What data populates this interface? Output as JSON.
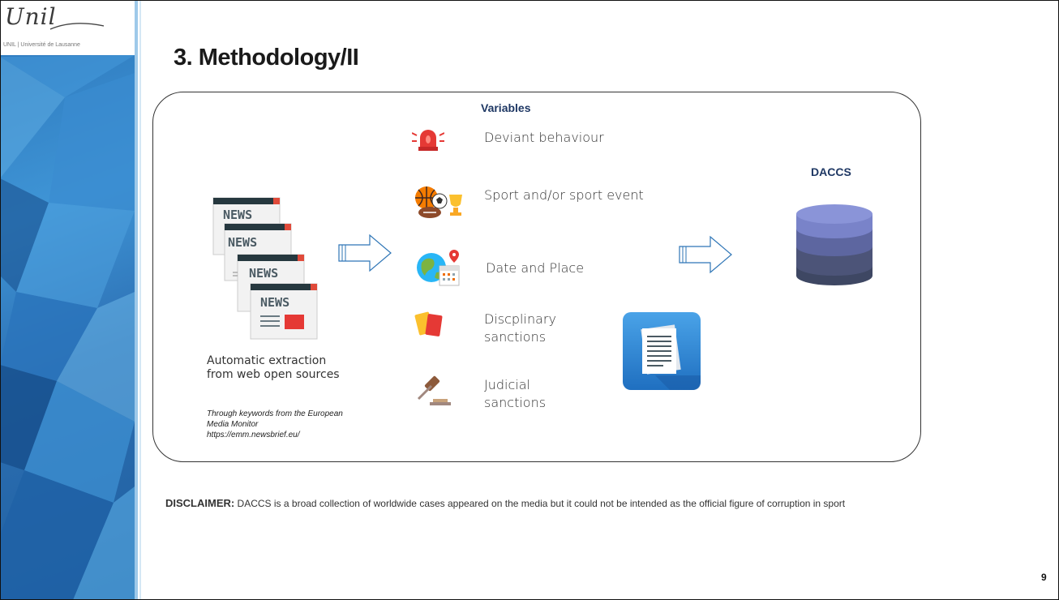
{
  "logo": {
    "script": "Unil",
    "subtitle": "UNIL | Université de Lausanne"
  },
  "slide": {
    "title": "3. Methodology/II",
    "variables_title": "Variables",
    "variables": [
      {
        "label": "Deviant behaviour",
        "icon": "siren-icon"
      },
      {
        "label": "Sport and/or sport event",
        "icon": "sports-balls-icon"
      },
      {
        "label": "Date and Place",
        "icon": "globe-calendar-icon"
      },
      {
        "label": "Discplinary sanctions",
        "icon": "penalty-cards-icon"
      },
      {
        "label": "Judicial sanctions",
        "icon": "gavel-icon"
      }
    ],
    "daccs_label": "DACCS",
    "news_word": "NEWS",
    "source_caption": "Automatic extraction from web open sources",
    "source_note": "Through keywords from the European Media Monitor https://emm.newsbrief.eu/",
    "disclaimer_label": "DISCLAIMER:",
    "disclaimer_text": " DACCS is a broad collection of worldwide cases appeared on the media but it could not be intended as the official figure of corruption in sport",
    "page_number": "9"
  },
  "colors": {
    "accent_blue": "#2a73b8",
    "heading_navy": "#1f3864",
    "arrow_blue": "#2e75b6"
  }
}
